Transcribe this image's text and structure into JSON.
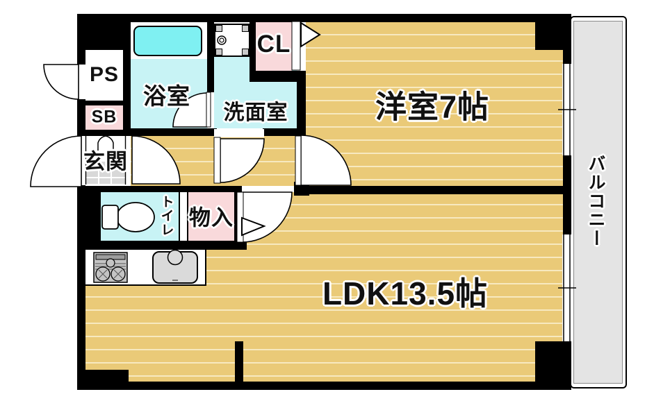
{
  "floorplan": {
    "type": "apartment-floor-plan",
    "rooms": {
      "western_room": {
        "label": "洋室7帖",
        "size_tatami": 7
      },
      "ldk": {
        "label": "LDK13.5帖",
        "size_tatami": 13.5
      },
      "balcony": {
        "label": "バルコニー"
      },
      "entrance": {
        "label": "玄関"
      },
      "bathroom": {
        "label": "浴室"
      },
      "washroom": {
        "label": "洗面室"
      },
      "toilet": {
        "label": "トイレ"
      },
      "storage": {
        "label": "物入"
      },
      "closet": {
        "label": "CL"
      },
      "pipe_space": {
        "label": "PS"
      },
      "shoe_box": {
        "label": "SB"
      }
    },
    "icons": [
      "bathtub-icon",
      "washing-machine-icon",
      "toilet-icon",
      "stove-icon",
      "sink-icon",
      "door-swing-arc",
      "door-triangle",
      "window-double-line",
      "entrance-tile-grid"
    ],
    "colors": {
      "floor_tan": "#EACA78",
      "floor_stripe": "#F7E9C0",
      "wet_room_cyan": "#C8F3F5",
      "bathtub_cyan": "#7FF0F2",
      "closet_pink": "#F9D9DB",
      "balcony_grey": "#E4E4E4",
      "tile_grey": "#D8D8D8",
      "wall_black": "#000000"
    }
  }
}
